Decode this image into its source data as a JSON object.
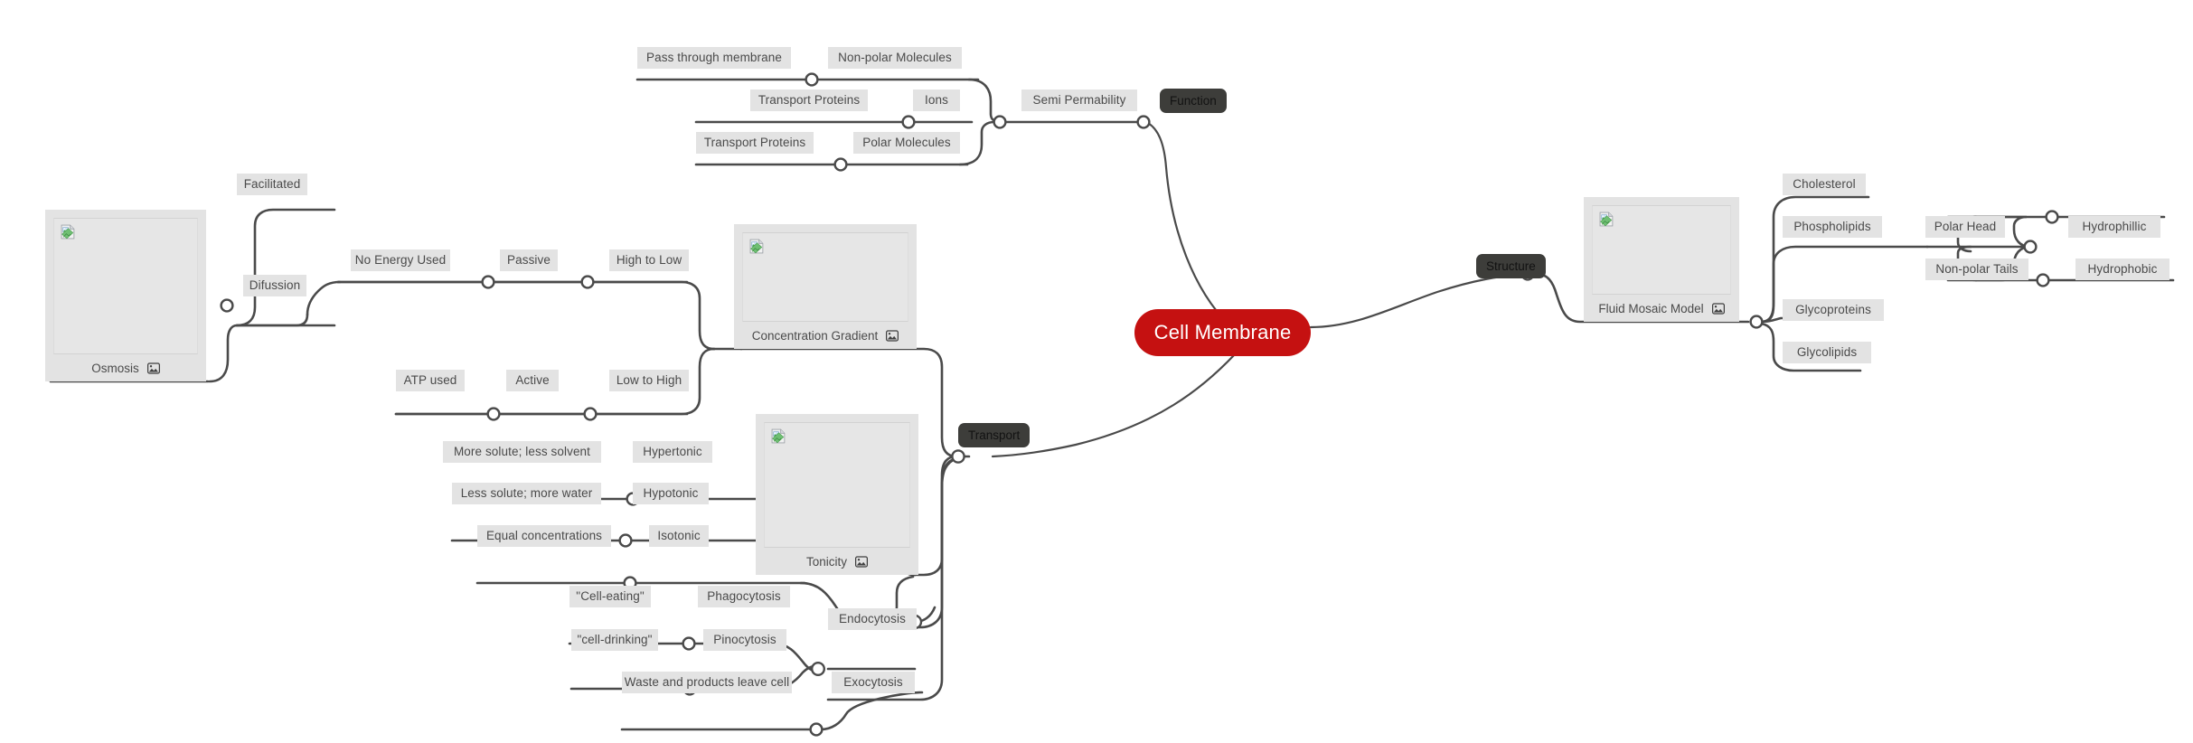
{
  "map": {
    "title": "Cell Membrane",
    "colors": {
      "root_fill": "#c51111",
      "root_text": "#ffffff",
      "category_fill": "#3d3d3a",
      "category_text": "#121212",
      "chip_fill": "#e3e3e3",
      "chip_text": "#4a4a4a",
      "edge_stroke": "#4a4a4a",
      "canvas_background": "#ffffff"
    },
    "root": {
      "label": "Cell Membrane"
    },
    "categories": [
      {
        "id": "function",
        "label": "Function"
      },
      {
        "id": "transport",
        "label": "Transport"
      },
      {
        "id": "structure",
        "label": "Structure"
      }
    ],
    "branches": {
      "function": {
        "label": "Function",
        "children": [
          {
            "label": "Semi Permability",
            "children": [
              {
                "label": "Non-polar Molecules",
                "children": [
                  {
                    "label": "Pass through membrane"
                  }
                ]
              },
              {
                "label": "Ions",
                "children": [
                  {
                    "label": "Transport Proteins"
                  }
                ]
              },
              {
                "label": "Polar Molecules",
                "children": [
                  {
                    "label": "Transport Proteins"
                  }
                ]
              }
            ]
          }
        ]
      },
      "transport": {
        "label": "Transport",
        "children": [
          {
            "label": "Concentration Gradient",
            "type": "image-card",
            "children": [
              {
                "label": "Passive",
                "children": [
                  {
                    "label": "No Energy Used"
                  },
                  {
                    "label": "High to Low",
                    "children": [
                      {
                        "label": "Osmosis",
                        "type": "image-card",
                        "children": [
                          {
                            "label": "Facilitated"
                          },
                          {
                            "label": "Difussion"
                          }
                        ]
                      }
                    ]
                  }
                ]
              },
              {
                "label": "Active",
                "children": [
                  {
                    "label": "ATP used"
                  },
                  {
                    "label": "Low to High"
                  }
                ]
              }
            ]
          },
          {
            "label": "Tonicity",
            "type": "image-card",
            "children": [
              {
                "label": "Hypertonic",
                "children": [
                  {
                    "label": "More solute; less solvent"
                  }
                ]
              },
              {
                "label": "Hypotonic",
                "children": [
                  {
                    "label": "Less solute; more water"
                  }
                ]
              },
              {
                "label": "Isotonic",
                "children": [
                  {
                    "label": "Equal concentrations"
                  }
                ]
              }
            ]
          },
          {
            "label": "Endocytosis",
            "children": [
              {
                "label": "Phagocytosis",
                "children": [
                  {
                    "label": "\"Cell-eating\""
                  }
                ]
              },
              {
                "label": "Pinocytosis",
                "children": [
                  {
                    "label": "\"cell-drinking\""
                  }
                ]
              }
            ]
          },
          {
            "label": "Exocytosis",
            "children": [
              {
                "label": "Waste and products leave cell"
              }
            ]
          }
        ]
      },
      "structure": {
        "label": "Structure",
        "children": [
          {
            "label": "Fluid Mosaic Model",
            "type": "image-card",
            "children": [
              {
                "label": "Cholesterol"
              },
              {
                "label": "Phospholipids",
                "children": [
                  {
                    "label": "Polar Head",
                    "children": [
                      {
                        "label": "Hydrophillic"
                      }
                    ]
                  },
                  {
                    "label": "Non-polar Tails",
                    "children": [
                      {
                        "label": "Hydrophobic"
                      }
                    ]
                  }
                ]
              },
              {
                "label": "Glycoproteins"
              },
              {
                "label": "Glycolipids"
              }
            ]
          }
        ]
      }
    },
    "nodes": {
      "root": "Cell Membrane",
      "function": "Function",
      "transport": "Transport",
      "structure": "Structure",
      "pass_through_membrane": "Pass through membrane",
      "non_polar_molecules": "Non-polar Molecules",
      "transport_proteins_1": "Transport Proteins",
      "ions": "Ions",
      "transport_proteins_2": "Transport Proteins",
      "polar_molecules": "Polar Molecules",
      "semi_permability": "Semi Permability",
      "facilitated": "Facilitated",
      "difussion": "Difussion",
      "osmosis": "Osmosis",
      "no_energy_used": "No Energy Used",
      "passive": "Passive",
      "high_to_low": "High to Low",
      "atp_used": "ATP used",
      "active": "Active",
      "low_to_high": "Low to High",
      "concentration_gradient": "Concentration Gradient",
      "more_solute": "More solute; less solvent",
      "hypertonic": "Hypertonic",
      "less_solute": "Less solute; more water",
      "hypotonic": "Hypotonic",
      "equal_concentrations": "Equal concentrations",
      "isotonic": "Isotonic",
      "tonicity": "Tonicity",
      "cell_eating": "\"Cell-eating\"",
      "phagocytosis": "Phagocytosis",
      "cell_drinking": "\"cell-drinking\"",
      "pinocytosis": "Pinocytosis",
      "endocytosis": "Endocytosis",
      "waste_leaves": "Waste and products leave cell",
      "exocytosis": "Exocytosis",
      "fluid_mosaic_model": "Fluid Mosaic Model",
      "cholesterol": "Cholesterol",
      "phospholipids": "Phospholipids",
      "glycoproteins": "Glycoproteins",
      "glycolipids": "Glycolipids",
      "polar_head": "Polar Head",
      "hydrophillic": "Hydrophillic",
      "non_polar_tails": "Non-polar Tails",
      "hydrophobic": "Hydrophobic"
    },
    "icons": {
      "broken_image": "broken-image-icon",
      "picture": "picture-icon"
    }
  }
}
